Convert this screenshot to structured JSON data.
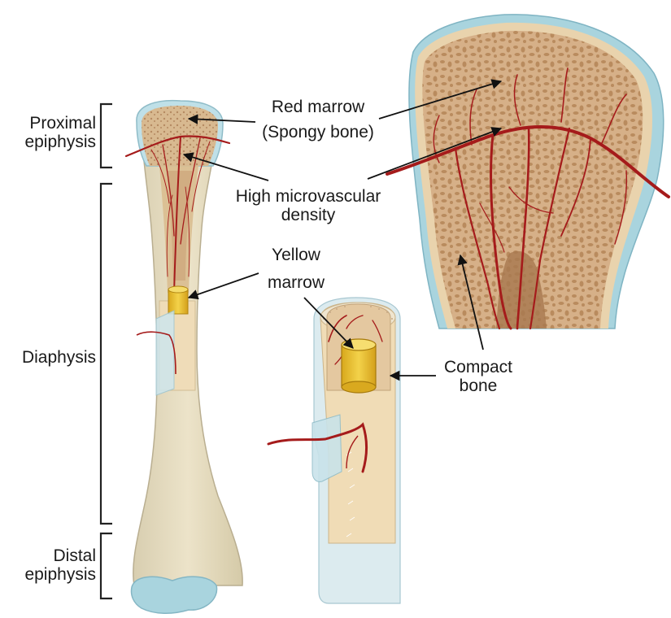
{
  "labels": {
    "proximal_epiphysis": [
      "Proximal",
      "epiphysis"
    ],
    "diaphysis": "Diaphysis",
    "distal_epiphysis": [
      "Distal",
      "epiphysis"
    ],
    "red_marrow": [
      "Red marrow",
      "(Spongy bone)"
    ],
    "high_microvascular_density": [
      "High microvascular",
      "density"
    ],
    "yellow_marrow": [
      "Yellow",
      "marrow"
    ],
    "compact_bone": [
      "Compact",
      "bone"
    ]
  },
  "colors": {
    "bone_shaft": "#e6dcc2",
    "cartilage": "#a9d4de",
    "spongy_bone": "#d8b48a",
    "spongy_pores": "#b88a60",
    "vessel": "#a51b1b",
    "yellow_marrow": "#e8c22e",
    "compact_bone": "#f1e0bf",
    "periosteum": "#c9e3ea"
  }
}
